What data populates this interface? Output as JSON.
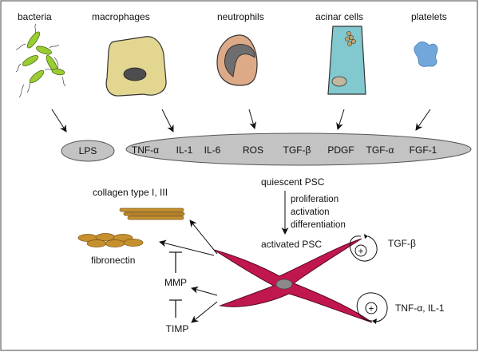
{
  "sources": {
    "bacteria": "bacteria",
    "macrophages": "macrophages",
    "neutrophils": "neutrophils",
    "acinar": "acinar cells",
    "platelets": "platelets"
  },
  "mediators": {
    "lps": "LPS",
    "tnfa": "TNF-α",
    "il1": "IL-1",
    "il6": "IL-6",
    "ros": "ROS",
    "tgfb": "TGF-β",
    "pdgf": "PDGF",
    "tgfa": "TGF-α",
    "fgf1": "FGF-1"
  },
  "psc": {
    "quiescent": "quiescent PSC",
    "proliferation": "proliferation",
    "activation": "activation",
    "differentiation": "differentiation",
    "activated": "activated PSC"
  },
  "outputs": {
    "collagen": "collagen type I, III",
    "fibronectin": "fibronectin",
    "mmp": "MMP",
    "timp": "TIMP"
  },
  "autocrine": {
    "tgfb": "TGF-β",
    "tnf_il1": "TNF-α, IL-1",
    "plus": "+"
  },
  "colors": {
    "bacteria": "#9ACD32",
    "macrophage": "#E3D690",
    "neutrophil": "#DDAA88",
    "acinar": "#82C8CF",
    "platelet": "#72A7DC",
    "ellipse": "#C3C3C3",
    "psc": "#C0174E",
    "collagen": "#C6902E"
  }
}
